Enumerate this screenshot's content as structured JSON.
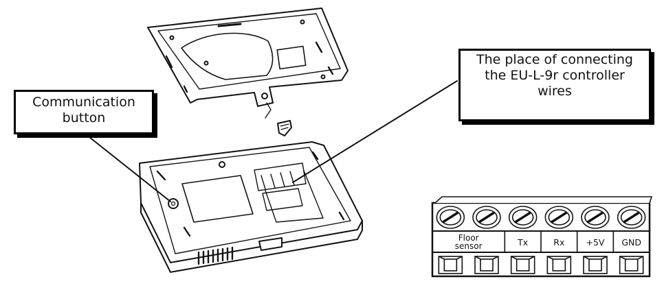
{
  "callouts": {
    "communication_button": [
      "Communication",
      "button"
    ],
    "connection_place": [
      "The place of connecting",
      "the EU-L-9r controller",
      "wires"
    ]
  },
  "terminal_block": {
    "labels": [
      {
        "line1": "Floor",
        "line2": "sensor"
      },
      {
        "line1": "Tx",
        "line2": ""
      },
      {
        "line1": "Rx",
        "line2": ""
      },
      {
        "line1": "+5V",
        "line2": ""
      },
      {
        "line1": "GND",
        "line2": ""
      }
    ]
  }
}
